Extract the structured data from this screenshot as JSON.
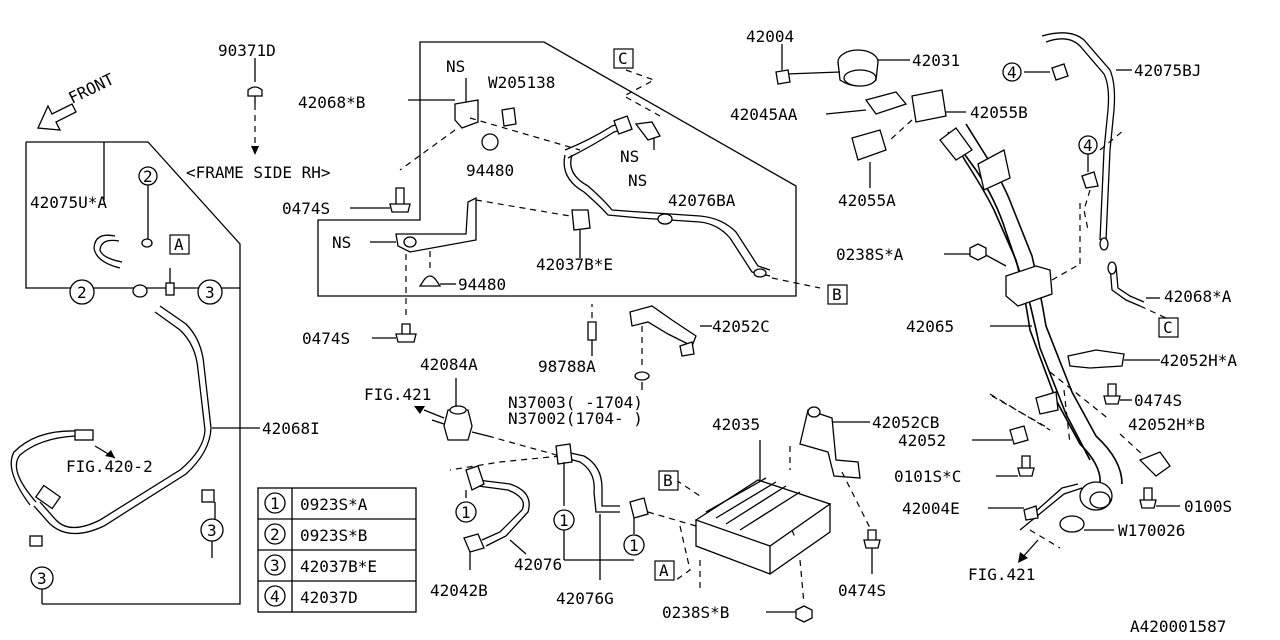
{
  "diagram_id": "A420001587",
  "front_label": "FRONT",
  "frame_side": "<FRAME SIDE RH>",
  "parts": {
    "p90371": "90371D",
    "p42068B": "42068*B",
    "NS1": "NS",
    "W205138": "W205138",
    "boxC_top": "C",
    "p42004": "42004",
    "p42031": "42031",
    "p42045AA": "42045AA",
    "p42055B": "42055B",
    "p42055A": "42055A",
    "p42075BJ": "42075BJ",
    "circ4a": "4",
    "circ4b": "4",
    "NS2": "NS",
    "NS3": "NS",
    "p94480a": "94480",
    "p0474Sa": "0474S",
    "p42076BA": "42076BA",
    "NS4": "NS",
    "p42037BE_label": "42037B*E",
    "p94480b": "94480",
    "boxB_a": "B",
    "p0238SA": "0238S*A",
    "p42068A": "42068*A",
    "boxC_b": "C",
    "p42065": "42065",
    "p42075UA": "42075U*A",
    "circ2a": "2",
    "boxA_a": "A",
    "circ2b": "2",
    "circ3a": "3",
    "p0474Sb": "0474S",
    "p42052C": "42052C",
    "p98788A": "98788A",
    "p42084A": "42084A",
    "fig421a": "FIG.421",
    "n37003": "N37003( -1704)",
    "n37002": "N37002(1704- )",
    "p42068I": "42068I",
    "fig420": "FIG.420-2",
    "p42035": "42035",
    "p42052CB": "42052CB",
    "p42052": "42052",
    "p42052HA": "42052H*A",
    "p0474Sc": "0474S",
    "p42052HB": "42052H*B",
    "p0101SC": "0101S*C",
    "p0100S": "0100S",
    "p42004E": "42004E",
    "W170026": "W170026",
    "fig421b": "FIG.421",
    "boxB_b": "B",
    "circ1a": "1",
    "circ1b": "1",
    "circ1c": "1",
    "circ3b": "3",
    "circ3c": "3",
    "p42076": "42076",
    "p42042B": "42042B",
    "p42076G": "42076G",
    "boxA_b": "A",
    "p0474Sd": "0474S",
    "p0238SB": "0238S*B"
  },
  "legend": [
    {
      "num": "1",
      "part": "0923S*A"
    },
    {
      "num": "2",
      "part": "0923S*B"
    },
    {
      "num": "3",
      "part": "42037B*E"
    },
    {
      "num": "4",
      "part": "42037D"
    }
  ]
}
